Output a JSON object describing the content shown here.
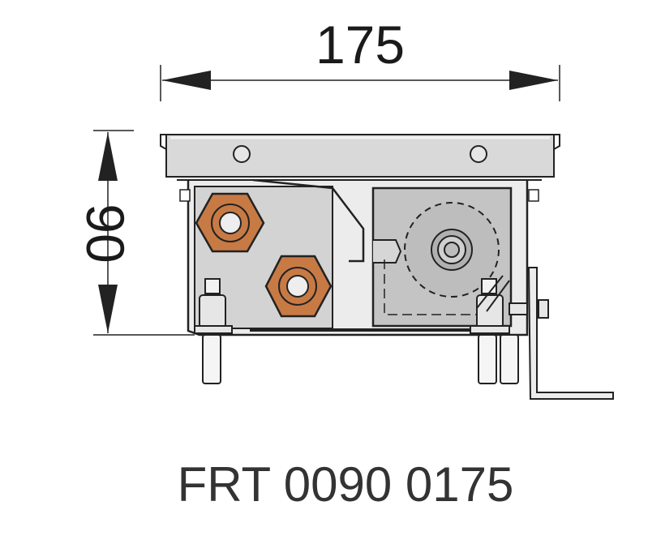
{
  "dimensions": {
    "width_label": "175",
    "height_label": "90"
  },
  "model_code": "FRT 0090 0175",
  "colors": {
    "line": "#222222",
    "grille": "#d9d9d9",
    "housing": "#e3e3e3",
    "panel": "#c4c4c4",
    "fitting": "#c87a45"
  }
}
